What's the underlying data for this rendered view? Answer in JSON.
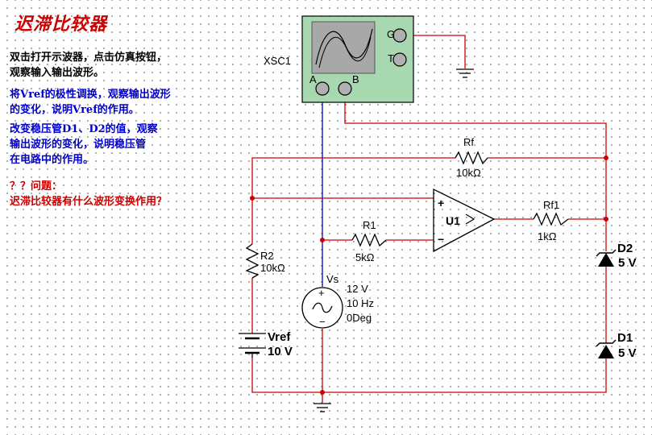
{
  "title": "迟滞比较器",
  "notes": {
    "p1": [
      "双击打开示波器，点击仿真按钮，",
      "观察输入输出波形。"
    ],
    "p2": [
      "将Vref的极性调换，观察输出波形",
      "的变化，说明Vref的作用。"
    ],
    "p3": [
      "改变稳压管D1、D2的值，观察",
      "输出波形的变化，说明稳压管",
      "在电路中的作用。"
    ],
    "p4": [
      "？？问题：",
      "迟滞比较器有什么波形变换作用？"
    ]
  },
  "schematic": {
    "scope": {
      "name": "XSC1",
      "pin_a": "A",
      "pin_b": "B",
      "pin_g": "G",
      "pin_t": "T"
    },
    "rf": {
      "name": "Rf",
      "value": "10kΩ"
    },
    "r1": {
      "name": "R1",
      "value": "5kΩ"
    },
    "r2": {
      "name": "R2",
      "value": "10kΩ"
    },
    "rf1": {
      "name": "Rf1",
      "value": "1kΩ"
    },
    "opamp": {
      "name": "U1",
      "plus": "+",
      "minus": "−"
    },
    "vs": {
      "name": "Vs",
      "amplitude": "12 V",
      "frequency": "10 Hz",
      "phase": "0Deg"
    },
    "vref": {
      "name": "Vref",
      "value": "10 V"
    },
    "d2": {
      "name": "D2",
      "value": "5 V"
    },
    "d1": {
      "name": "D1",
      "value": "5 V"
    }
  },
  "colors": {
    "wire_red": "#cc0000",
    "wire_blue": "#2222cc",
    "scope_body": "#a8d8b0",
    "scope_screen": "#a8a8a8"
  }
}
